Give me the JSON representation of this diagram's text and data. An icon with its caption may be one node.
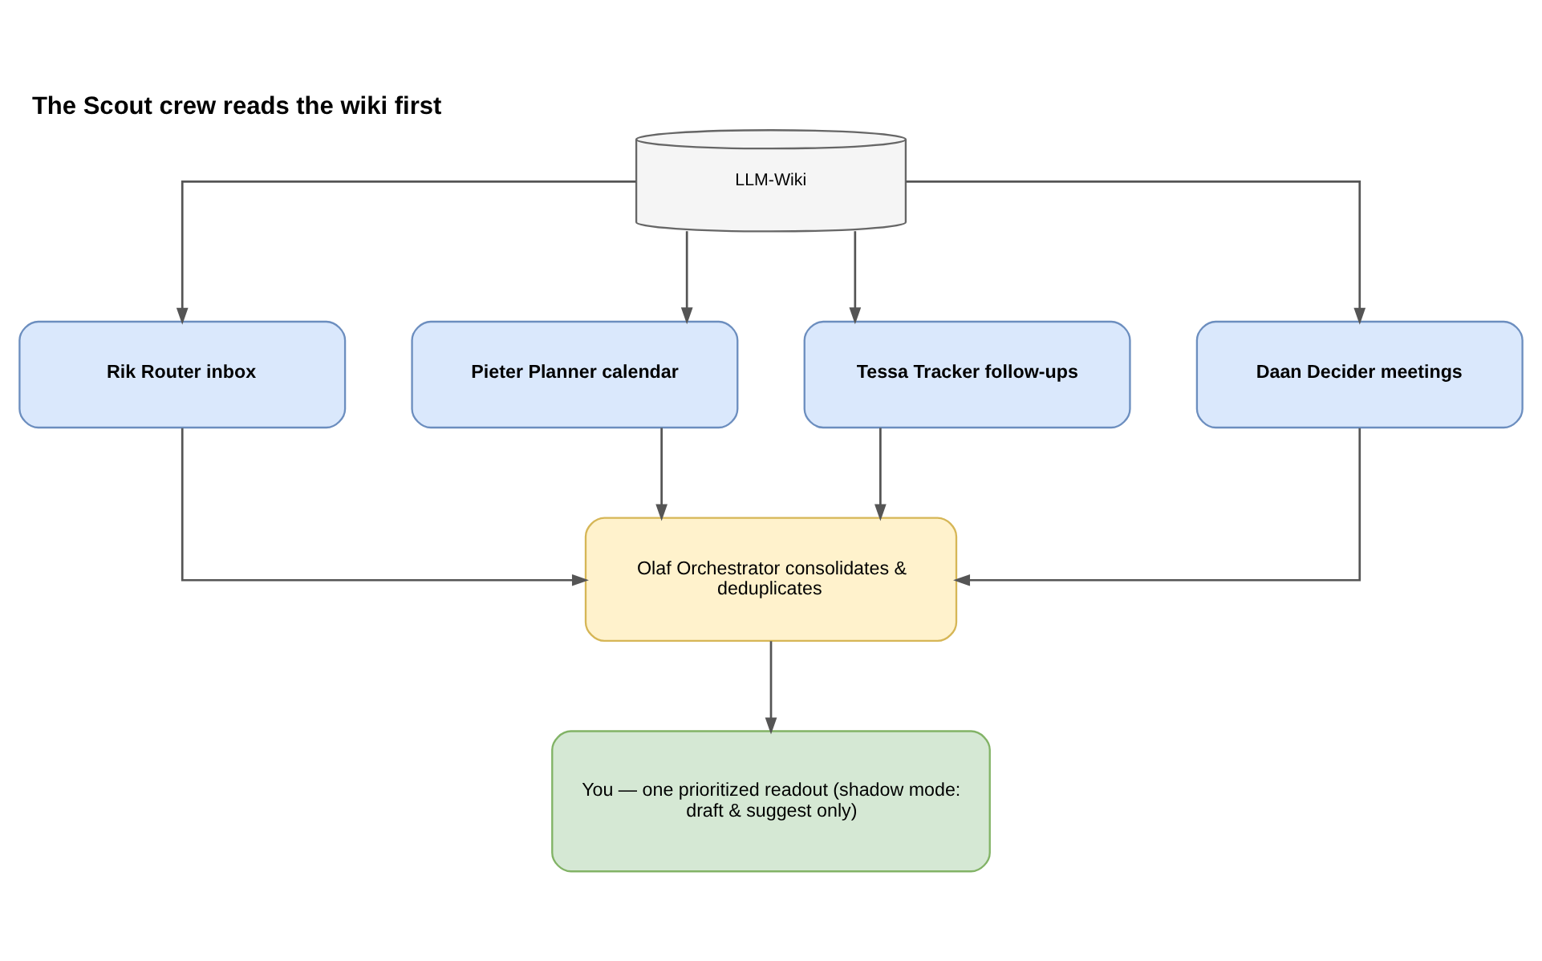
{
  "diagram": {
    "title": "The Scout crew reads the wiki first",
    "nodes": [
      {
        "text": [
          "LLM-Wiki"
        ]
      },
      {
        "text": [
          "Rik Router inbox"
        ]
      },
      {
        "text": [
          "Pieter Planner calendar"
        ]
      },
      {
        "text": [
          "Tessa Tracker follow-ups"
        ]
      },
      {
        "text": [
          "Daan Decider meetings"
        ]
      },
      {
        "text": [
          "Olaf Orchestrator consolidates & deduplicates"
        ]
      },
      {
        "text": [
          "You — one prioritized readout (shadow mode: draft & suggest only)"
        ]
      }
    ],
    "edges": [
      {
        "from": 0,
        "to": 1,
        "arrow": "to"
      },
      {
        "from": 0,
        "to": 2,
        "arrow": "to"
      },
      {
        "from": 0,
        "to": 3,
        "arrow": "to"
      },
      {
        "from": 0,
        "to": 4,
        "arrow": "to"
      },
      {
        "from": 1,
        "to": 5,
        "arrow": "to"
      },
      {
        "from": 2,
        "to": 5,
        "arrow": "to"
      },
      {
        "from": 3,
        "to": 5,
        "arrow": "to"
      },
      {
        "from": 4,
        "to": 5,
        "arrow": "to"
      },
      {
        "from": 5,
        "to": 6,
        "arrow": "to"
      }
    ]
  }
}
